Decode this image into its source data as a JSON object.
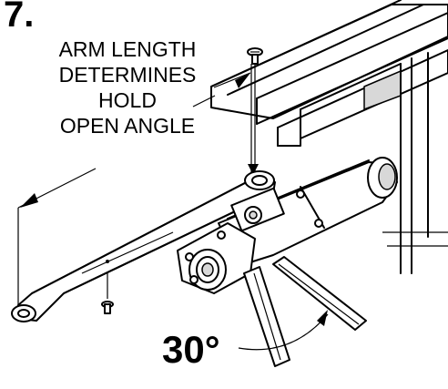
{
  "step": "7.",
  "caption_lines": [
    "ARM LENGTH",
    "DETERMINES",
    "HOLD",
    "OPEN ANGLE"
  ],
  "angle_label": "30°"
}
